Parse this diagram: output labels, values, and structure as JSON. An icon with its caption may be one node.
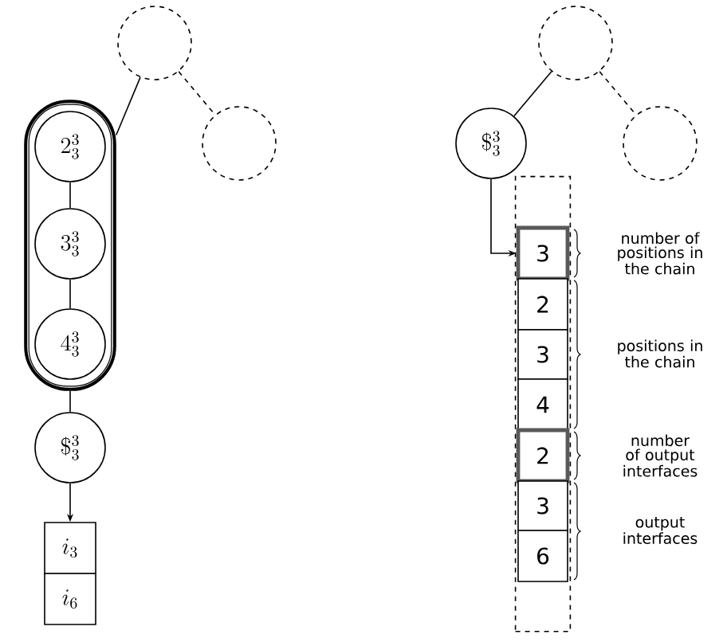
{
  "diagram": {
    "nodes": [
      {
        "text": [],
        "shape": "circle"
      },
      {
        "text": [],
        "shape": "circle"
      },
      {
        "text": [],
        "shape": "capsule"
      },
      {
        "text": [
          "2^3_3"
        ],
        "in": 2
      },
      {
        "text": [
          "3^3_3"
        ],
        "in": 2
      },
      {
        "text": [
          "4^3_3"
        ],
        "in": 2
      },
      {
        "text": [
          "\\$^3_3"
        ]
      },
      {
        "text": [
          "i_3"
        ]
      },
      {
        "text": [
          "i_6"
        ]
      },
      {
        "text": [],
        "shape": "circle"
      },
      {
        "text": [],
        "shape": "circle"
      },
      {
        "text": [
          "\\$^3_3"
        ]
      },
      {
        "text": [],
        "shape": "box"
      },
      {
        "text": [
          "3"
        ],
        "in": 12
      },
      {
        "text": [
          "2"
        ],
        "in": 12
      },
      {
        "text": [
          "3"
        ],
        "in": 12
      },
      {
        "text": [
          "4"
        ],
        "in": 12
      },
      {
        "text": [
          "2"
        ],
        "in": 12
      },
      {
        "text": [
          "3"
        ],
        "in": 12
      },
      {
        "text": [
          "6"
        ],
        "in": 12
      }
    ],
    "edges": [
      {
        "from": 0,
        "to": 2,
        "arrow": "none"
      },
      {
        "from": 0,
        "to": 1,
        "arrow": "none",
        "style": "dashed"
      },
      {
        "from": 3,
        "to": 4,
        "arrow": "none"
      },
      {
        "from": 4,
        "to": 5,
        "arrow": "none"
      },
      {
        "from": 2,
        "to": 6,
        "arrow": "none"
      },
      {
        "from": 6,
        "to": 7,
        "arrow": "to"
      },
      {
        "from": 9,
        "to": 11,
        "arrow": "none"
      },
      {
        "from": 9,
        "to": 10,
        "arrow": "none",
        "style": "dashed"
      },
      {
        "from": 11,
        "to": 13,
        "arrow": "to"
      }
    ],
    "labels": [
      "number of positions in the chain",
      "positions in the chain",
      "number of output interfaces",
      "output interfaces"
    ]
  }
}
